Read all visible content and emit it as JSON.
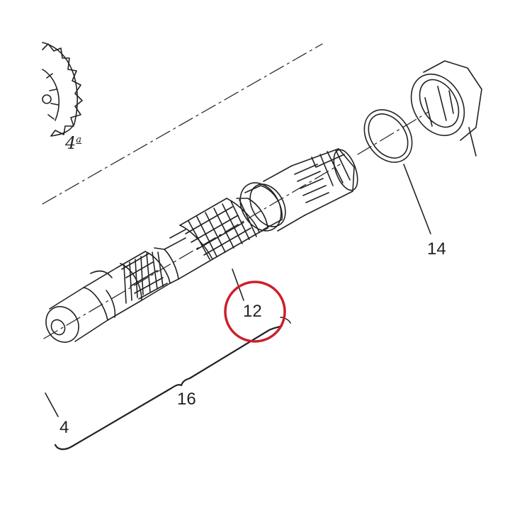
{
  "diagram": {
    "callouts": {
      "gear_ref": "4",
      "gear_ref_suffix": "a",
      "shaft": "12",
      "o_ring": "14",
      "assembly_bracket": "16",
      "bracket_end": "4"
    },
    "highlight_color": "#cc1f2a",
    "line_color": "#222222"
  }
}
